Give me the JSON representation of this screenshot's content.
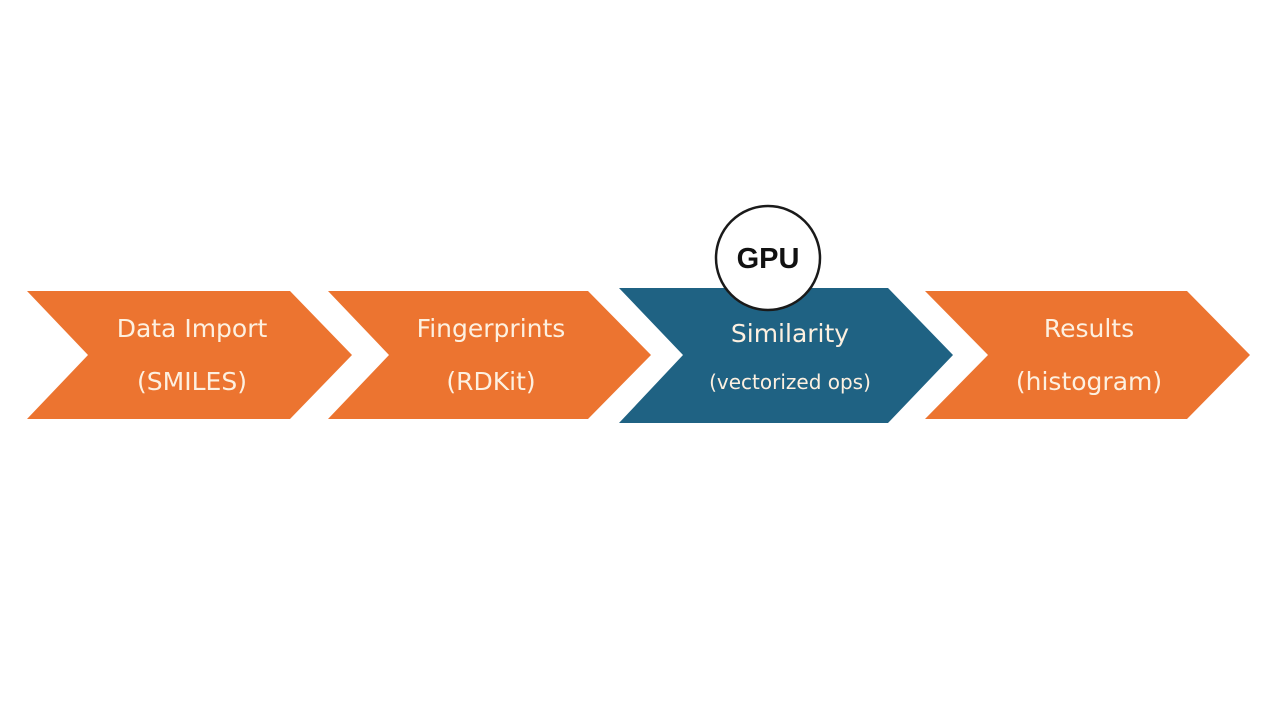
{
  "diagram": {
    "type": "process-flow",
    "colors": {
      "step_default": "#ec7430",
      "step_highlight": "#1f6283",
      "step_text": "#fdf0e0",
      "badge_fill": "#ffffff",
      "badge_stroke": "#1a1a1a",
      "badge_text": "#111111",
      "background": "#ffffff"
    },
    "steps": [
      {
        "title": "Data Import",
        "subtitle": "(SMILES)",
        "highlight": false
      },
      {
        "title": "Fingerprints",
        "subtitle": "(RDKit)",
        "highlight": false
      },
      {
        "title": "Similarity",
        "subtitle": "(vectorized ops)",
        "highlight": true
      },
      {
        "title": "Results",
        "subtitle": "(histogram)",
        "highlight": false
      }
    ],
    "badge": {
      "label": "GPU",
      "attached_to_step": 2
    }
  }
}
